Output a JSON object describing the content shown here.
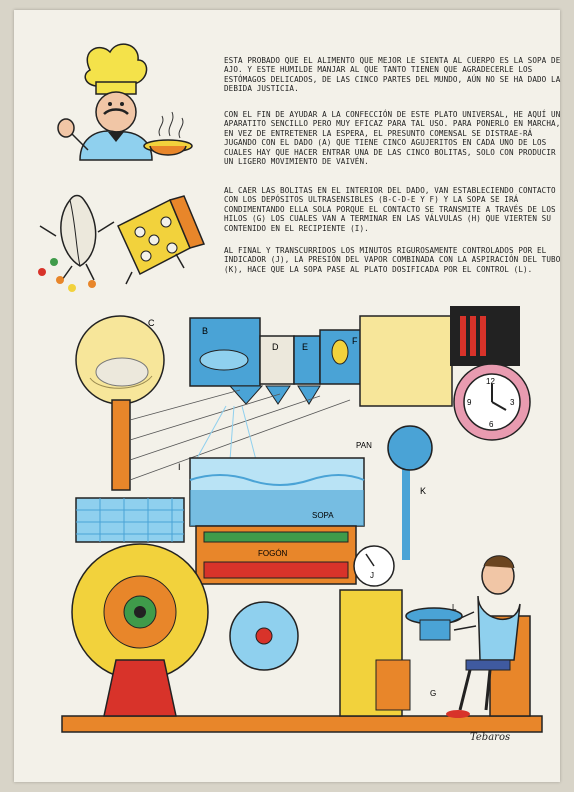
{
  "paragraphs": [
    "Esta probado que el alimento que mejor le sienta al cuerpo es la sopa de ajo. Y este humilde manjar al que tanto tienen que agradecerle los estómagos delicados, de las cinco partes del mundo, aún no se ha dado la debida justicia.",
    "Con el fin de ayudar a la confección de este plato universal, he aquí un aparatito sencillo pero muy eficaz para tal uso. Para ponerlo en marcha, en vez de entretener la espera, el presunto comensal se distrae-rá jugando con el dado (A) que tiene cinco agujeritos en cada uno de los cuales hay que hacer entrar una de las cinco bolitas, solo con producir un ligero movimiento de vaivén.",
    "Al caer las bolitas en el interior del dado, van estableciendo contacto con los depósitos ultrasensibles (B-C-D-E y F) y la sopa se irá condimentando ella sola porque el contacto se transmite a través de los hilos (G) los cuales van a terminar en las válvulas (H) que vierten su contenido en el recipiente (I).",
    "Al final y transcurridos los minutos rigurosamente controlados por el indicador (J), la presión del vapor combinada con la aspiración del tubo (K), hace que la sopa pase al plato dosificada por el control (L)."
  ],
  "labels": {
    "b": "B",
    "c": "C",
    "d": "D",
    "e": "E",
    "f": "F",
    "i": "I",
    "j": "J",
    "k": "K",
    "l": "L",
    "g": "G",
    "sopa": "SOPA",
    "fogon": "FOGÓN",
    "pan": "PAN"
  },
  "clock_numbers": {
    "twelve": "12",
    "three": "3",
    "six": "6",
    "nine": "9"
  },
  "signature": "Tebaros",
  "colors": {
    "paper": "#f3f1e9",
    "orange": "#e8862a",
    "yellow": "#f2d23c",
    "blue": "#4aa3d6",
    "light_blue": "#8fd0ee",
    "red": "#d8332a",
    "green": "#3f9b4a",
    "pink": "#e89bb0"
  }
}
